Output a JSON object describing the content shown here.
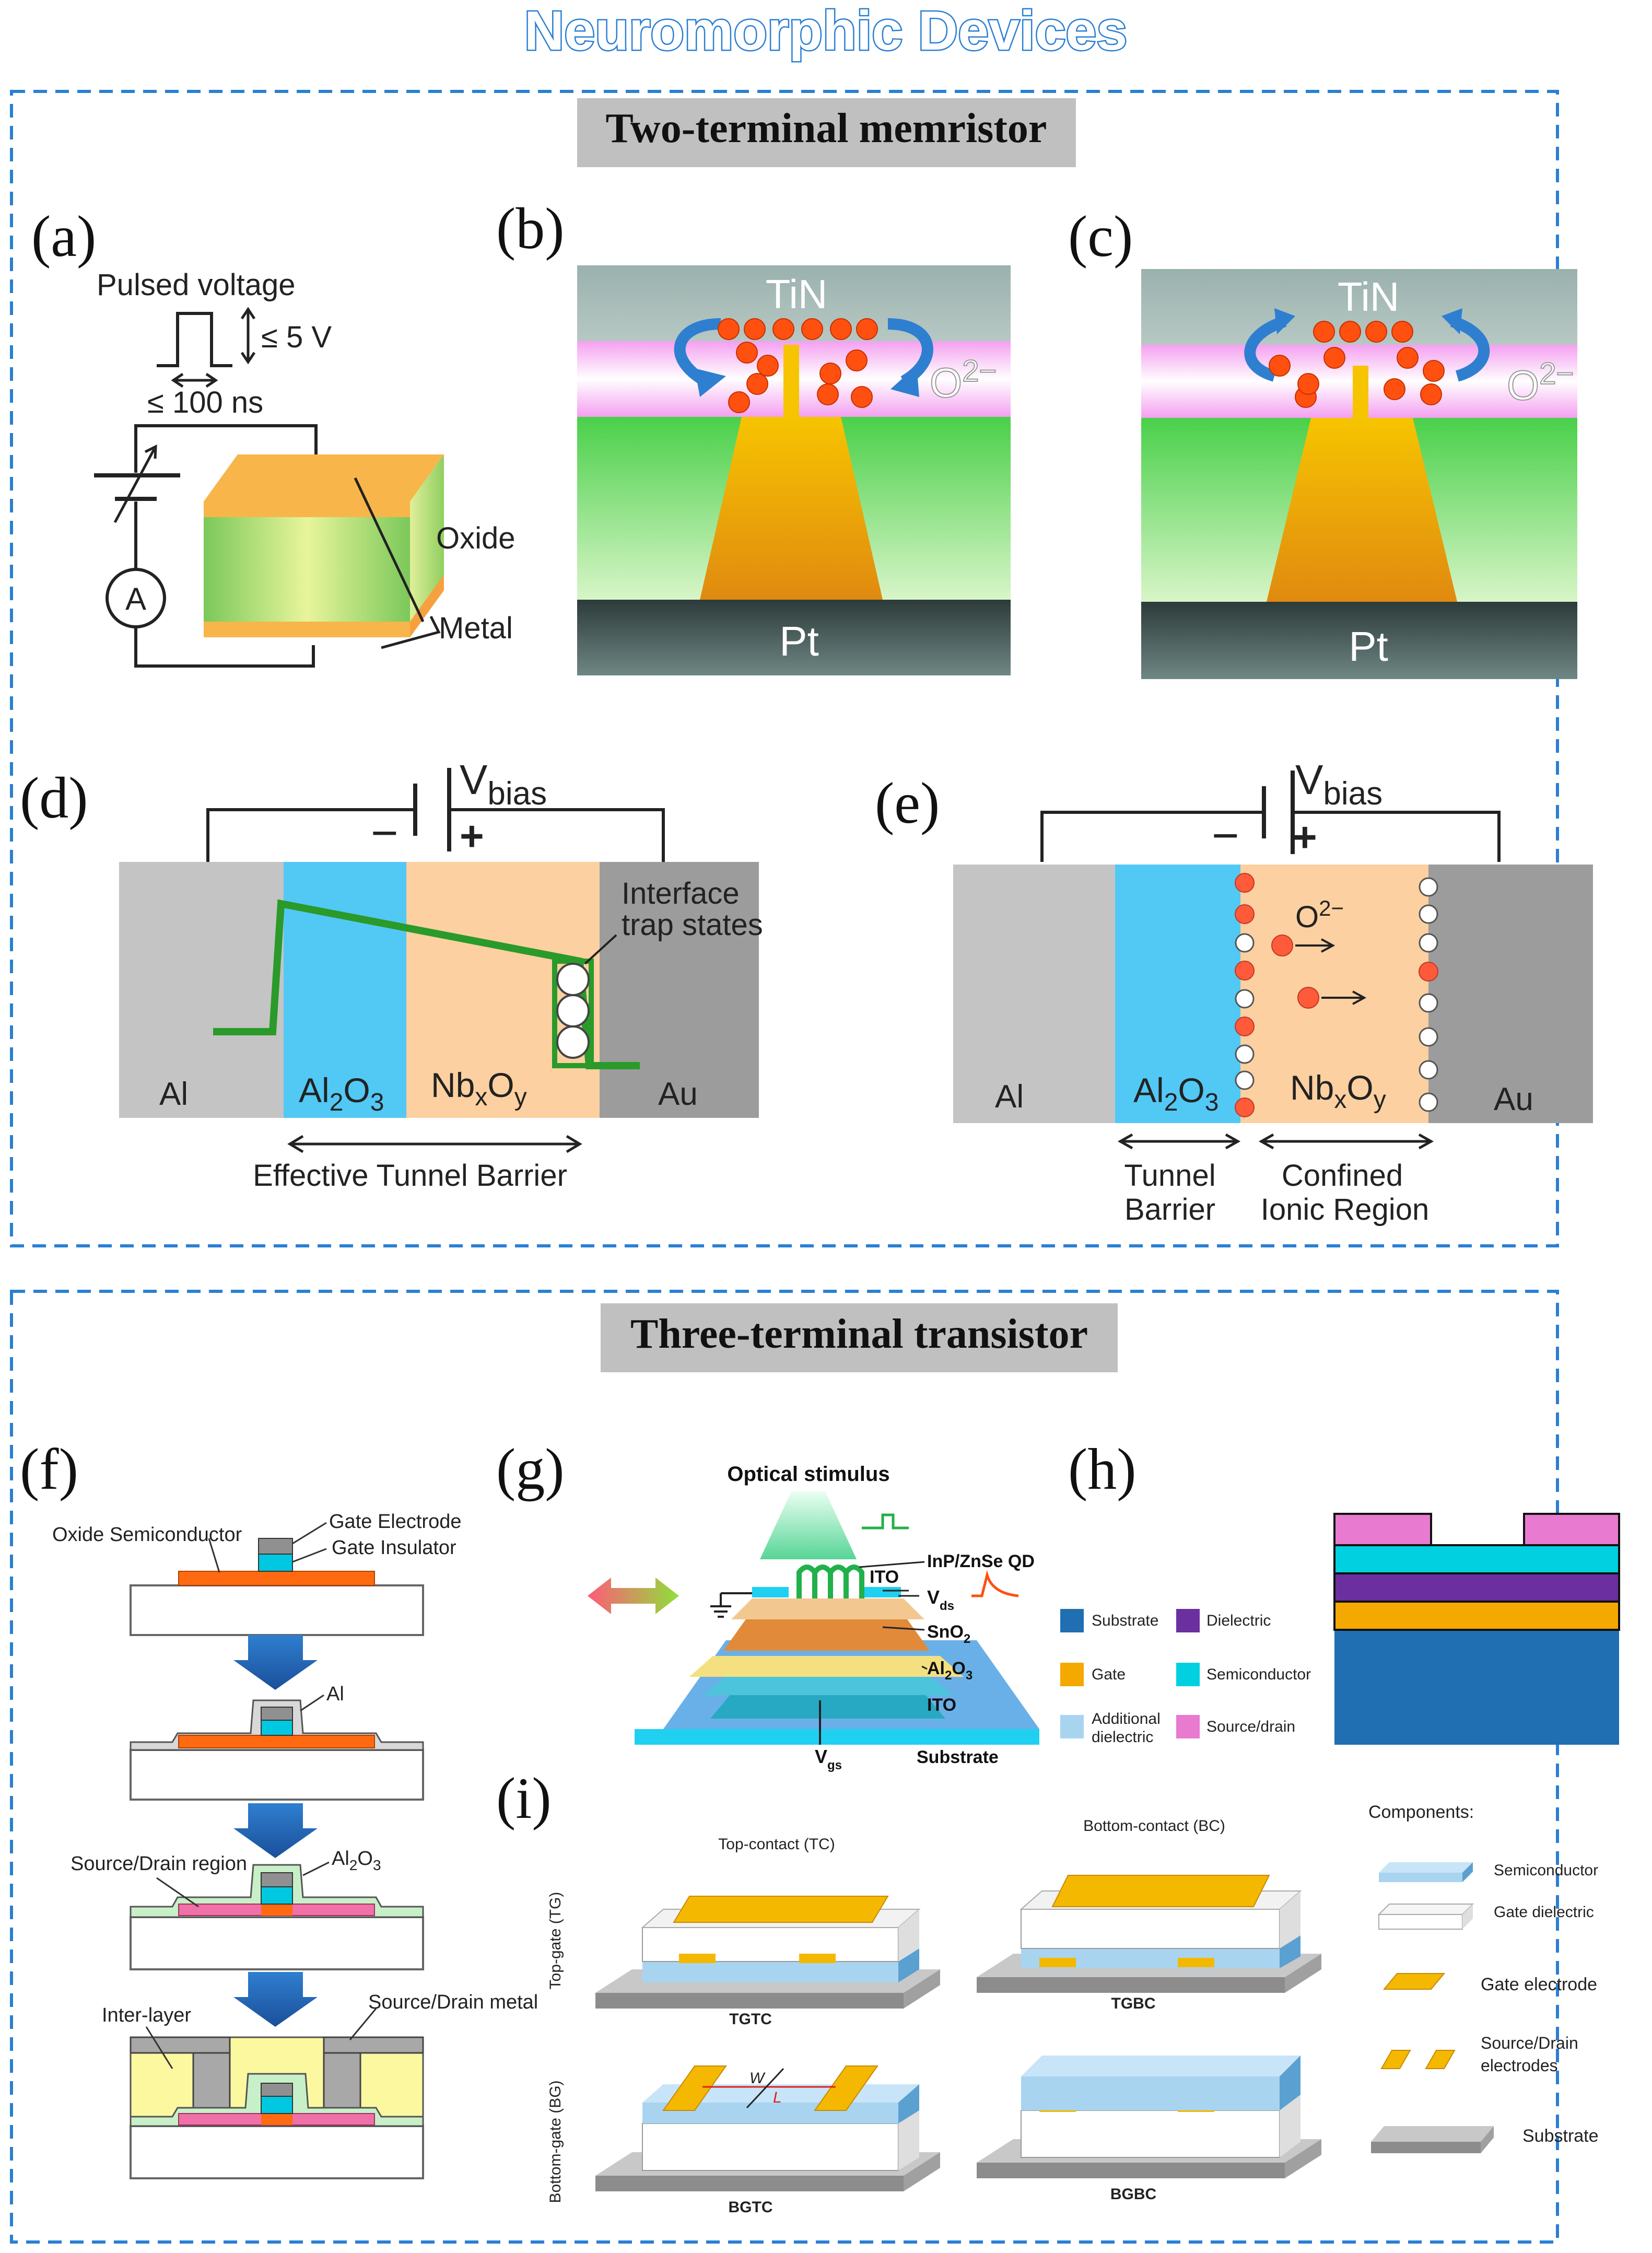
{
  "page_title": "Neuromorphic Devices",
  "sections": {
    "two_terminal": "Two-terminal memristor",
    "three_terminal": "Three-terminal transistor"
  },
  "panel_labels": {
    "a": "(a)",
    "b": "(b)",
    "c": "(c)",
    "d": "(d)",
    "e": "(e)",
    "f": "(f)",
    "g": "(g)",
    "h": "(h)",
    "i": "(i)"
  },
  "panel_a": {
    "pulsed_voltage": "Pulsed voltage",
    "voltage_limit": "≤ 5 V",
    "duration_limit": "≤ 100 ns",
    "ammeter": "A",
    "oxide": "Oxide",
    "metal": "Metal"
  },
  "panel_b": {
    "top": "TiN",
    "bottom": "Pt",
    "ion": "O",
    "ion_sup": "2−"
  },
  "panel_c": {
    "top": "TiN",
    "bottom": "Pt",
    "ion": "O",
    "ion_sup": "2−"
  },
  "panel_d": {
    "vbias": "V",
    "vbias_sub": "bias",
    "minus": "−",
    "plus": "+",
    "layer_al": "Al",
    "layer_al2o3": "Al",
    "layer_al2o3_sub1": "2",
    "layer_al2o3_o": "O",
    "layer_al2o3_sub2": "3",
    "layer_nb": "Nb",
    "layer_nb_sub1": "x",
    "layer_nb_o": "O",
    "layer_nb_sub2": "y",
    "layer_au": "Au",
    "interface_1": "Interface",
    "interface_2": "trap states",
    "barrier": "Effective Tunnel Barrier"
  },
  "panel_e": {
    "vbias": "V",
    "vbias_sub": "bias",
    "minus": "−",
    "plus": "+",
    "layer_al": "Al",
    "layer_al2o3": "Al",
    "layer_al2o3_sub1": "2",
    "layer_al2o3_o": "O",
    "layer_al2o3_sub2": "3",
    "layer_nb": "Nb",
    "layer_nb_sub1": "x",
    "layer_nb_o": "O",
    "layer_nb_sub2": "y",
    "layer_au": "Au",
    "ion": "O",
    "ion_sup": "2−",
    "tunnel_1": "Tunnel",
    "tunnel_2": "Barrier",
    "ionic_1": "Confined",
    "ionic_2": "Ionic Region"
  },
  "panel_f": {
    "gate_electrode": "Gate Electrode",
    "gate_insulator": "Gate Insulator",
    "oxide_semiconductor": "Oxide Semiconductor",
    "al": "Al",
    "source_drain_region": "Source/Drain region",
    "al2o3": "Al",
    "al2o3_sub1": "2",
    "al2o3_o": "O",
    "al2o3_sub2": "3",
    "inter_layer": "Inter-layer",
    "source_drain_metal": "Source/Drain metal"
  },
  "panel_g": {
    "optical": "Optical  stimulus",
    "qd": "InP/ZnSe QD",
    "ito_top": "ITO",
    "vds": "V",
    "vds_sub": "ds",
    "sno2": "SnO",
    "sno2_sub": "2",
    "al2o3": "Al",
    "al2o3_sub1": "2",
    "al2o3_o": "O",
    "al2o3_sub2": "3",
    "ito_bottom": "ITO",
    "vgs": "V",
    "vgs_sub": "gs",
    "substrate": "Substrate"
  },
  "panel_h": {
    "legend": [
      {
        "label": "Substrate",
        "color": "#1f6fb2"
      },
      {
        "label": "Dielectric",
        "color": "#6b2fa0"
      },
      {
        "label": "Gate",
        "color": "#f5a800"
      },
      {
        "label": "Semiconductor",
        "color": "#00d0e0"
      },
      {
        "label": "Additional dielectric",
        "label_1": "Additional",
        "label_2": "dielectric",
        "color": "#a8d4f0"
      },
      {
        "label": "Source/drain",
        "color": "#e87ad0"
      }
    ]
  },
  "panel_i": {
    "col_tc": "Top-contact (TC)",
    "col_bc": "Bottom-contact (BC)",
    "row_tg": "Top-gate (TG)",
    "row_bg": "Bottom-gate (BG)",
    "tgtc": "TGTC",
    "tgbc": "TGBC",
    "bgtc": "BGTC",
    "bgbc": "BGBC",
    "w": "W",
    "l": "L",
    "components_title": "Components:",
    "components": [
      "Semiconductor",
      "Gate dielectric",
      "Gate electrode",
      "Source/Drain",
      "electrodes",
      "Substrate"
    ]
  }
}
